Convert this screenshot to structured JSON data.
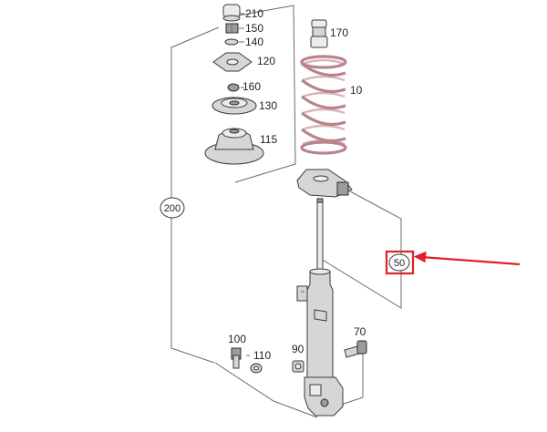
{
  "diagram": {
    "part_labels": {
      "p210": "210",
      "p150": "150",
      "p140": "140",
      "p120": "120",
      "p160": "160",
      "p130": "130",
      "p115": "115",
      "p170": "170",
      "p10": "10",
      "p200": "200",
      "p50": "50",
      "p100": "100",
      "p110": "110",
      "p90": "90",
      "p70": "70"
    },
    "highlight": {
      "label_ref": "50",
      "box_color": "#e0202a",
      "arrow_color": "#e0202a"
    },
    "colors": {
      "spring": "#b8838b",
      "lines": "#6b6b6b",
      "parts": "#d6d6d6"
    }
  }
}
